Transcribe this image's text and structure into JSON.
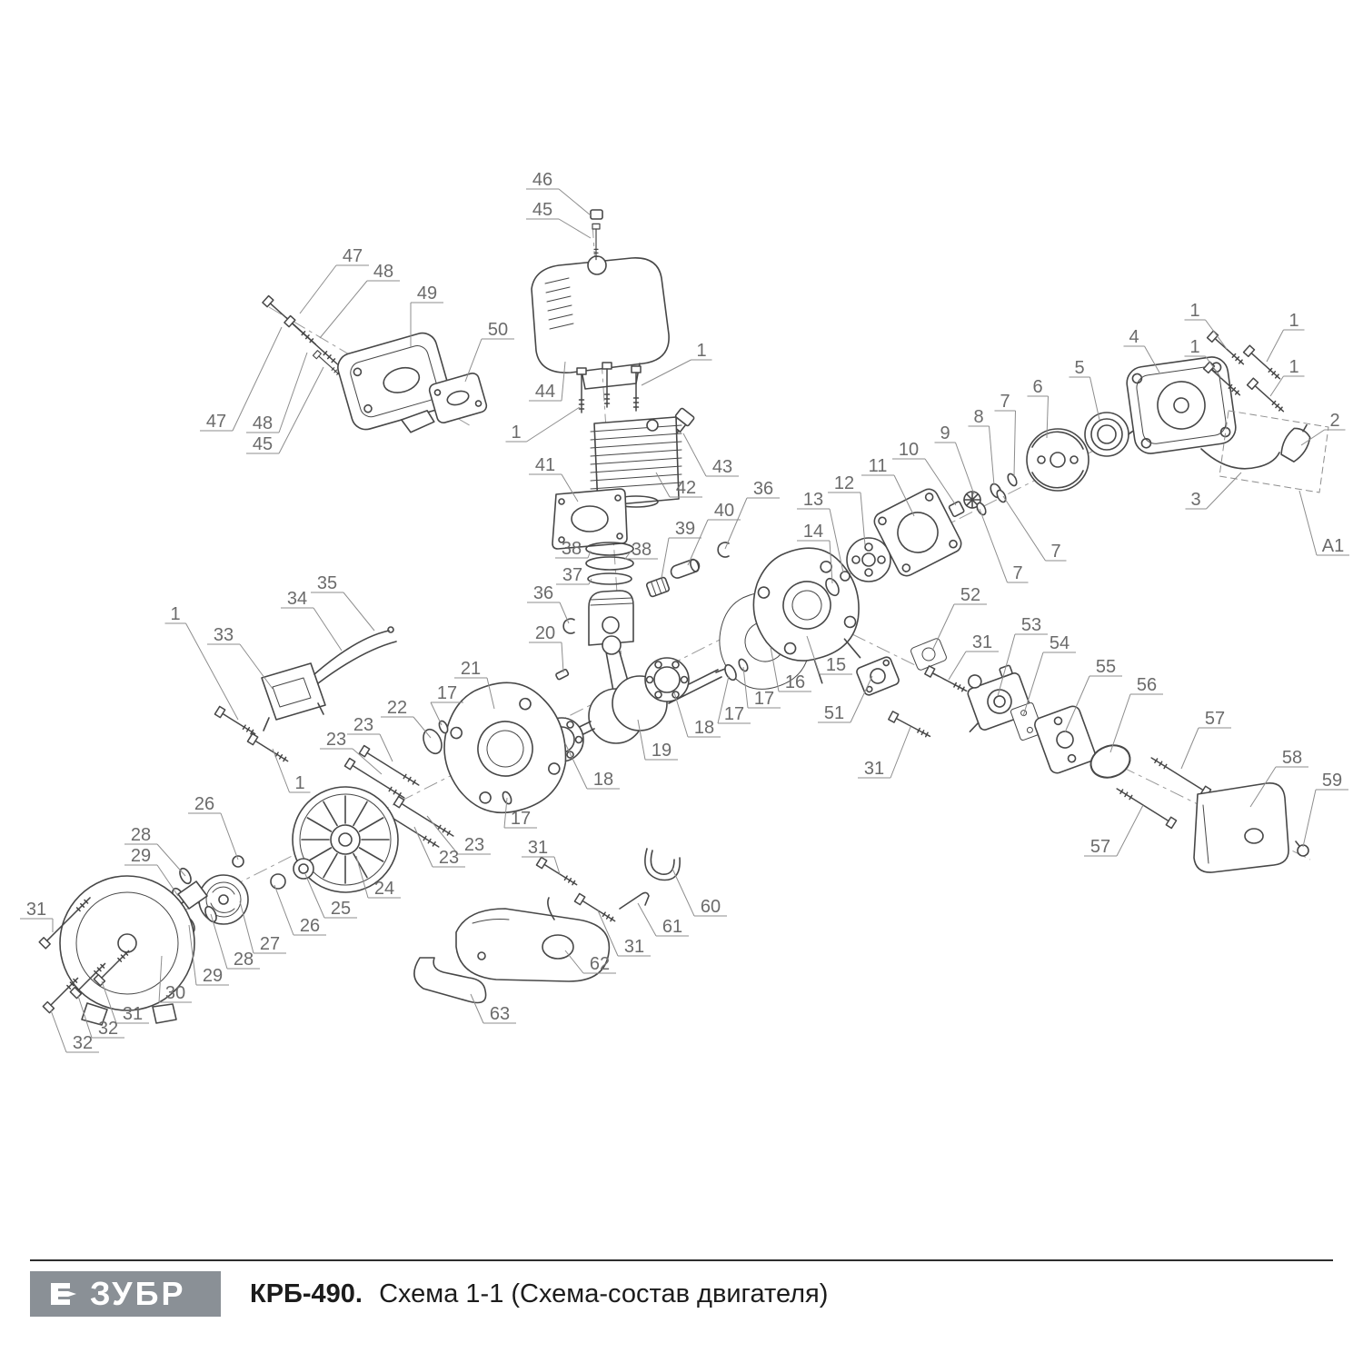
{
  "footer": {
    "brand": "ЗУБР",
    "model": "КРБ-490.",
    "schema_title": "Схема 1-1 (Схема-состав двигателя)"
  },
  "diagram": {
    "description": "Exploded parts diagram of engine",
    "line_color": "#474747",
    "label_color": "#6b6b6b",
    "label_format": "[text, x, y, leader_x, leader_y]",
    "labels": [
      [
        "46",
        597,
        197,
        650,
        237
      ],
      [
        "45",
        597,
        230,
        650,
        262
      ],
      [
        "47",
        388,
        281,
        330,
        345
      ],
      [
        "48",
        422,
        298,
        352,
        372
      ],
      [
        "49",
        470,
        322,
        452,
        382
      ],
      [
        "50",
        548,
        362,
        512,
        420
      ],
      [
        "44",
        600,
        430,
        622,
        398
      ],
      [
        "1",
        772,
        385,
        706,
        424
      ],
      [
        "47",
        238,
        463,
        310,
        360
      ],
      [
        "48",
        289,
        465,
        338,
        388
      ],
      [
        "45",
        289,
        488,
        356,
        404
      ],
      [
        "1",
        568,
        475,
        638,
        448
      ],
      [
        "43",
        795,
        513,
        752,
        477
      ],
      [
        "42",
        755,
        536,
        722,
        520
      ],
      [
        "41",
        600,
        511,
        636,
        552
      ],
      [
        "38",
        629,
        603,
        650,
        606
      ],
      [
        "38",
        706,
        604,
        694,
        607
      ],
      [
        "37",
        630,
        632,
        651,
        637
      ],
      [
        "39",
        754,
        581,
        728,
        636
      ],
      [
        "40",
        797,
        561,
        757,
        622
      ],
      [
        "36",
        840,
        537,
        798,
        604
      ],
      [
        "36",
        598,
        652,
        626,
        686
      ],
      [
        "35",
        360,
        641,
        412,
        694
      ],
      [
        "34",
        327,
        658,
        376,
        716
      ],
      [
        "33",
        246,
        698,
        300,
        758
      ],
      [
        "1",
        193,
        675,
        262,
        792
      ],
      [
        "20",
        600,
        696,
        620,
        740
      ],
      [
        "13",
        895,
        549,
        928,
        630
      ],
      [
        "12",
        929,
        531,
        952,
        600
      ],
      [
        "11",
        966,
        512,
        1006,
        568
      ],
      [
        "10",
        1000,
        494,
        1052,
        556
      ],
      [
        "9",
        1040,
        476,
        1072,
        544
      ],
      [
        "8",
        1077,
        458,
        1094,
        534
      ],
      [
        "7",
        1106,
        441,
        1116,
        524
      ],
      [
        "6",
        1142,
        425,
        1152,
        482
      ],
      [
        "5",
        1188,
        404,
        1210,
        462
      ],
      [
        "4",
        1248,
        370,
        1276,
        410
      ],
      [
        "1",
        1315,
        341,
        1350,
        384
      ],
      [
        "1",
        1424,
        352,
        1394,
        398
      ],
      [
        "1",
        1315,
        381,
        1344,
        416
      ],
      [
        "1",
        1424,
        403,
        1398,
        436
      ],
      [
        "2",
        1469,
        462,
        1432,
        490
      ],
      [
        "3",
        1316,
        549,
        1366,
        520
      ],
      [
        "A1",
        1467,
        600,
        1430,
        540
      ],
      [
        "7",
        1162,
        606,
        1104,
        546
      ],
      [
        "7",
        1120,
        630,
        1078,
        560
      ],
      [
        "14",
        895,
        584,
        916,
        642
      ],
      [
        "15",
        920,
        731,
        888,
        700
      ],
      [
        "16",
        875,
        750,
        848,
        712
      ],
      [
        "17",
        841,
        768,
        818,
        734
      ],
      [
        "17",
        808,
        785,
        802,
        744
      ],
      [
        "18",
        775,
        800,
        742,
        762
      ],
      [
        "19",
        728,
        825,
        702,
        792
      ],
      [
        "21",
        518,
        735,
        544,
        780
      ],
      [
        "22",
        437,
        778,
        474,
        812
      ],
      [
        "17",
        492,
        762,
        486,
        798
      ],
      [
        "23",
        400,
        797,
        432,
        838
      ],
      [
        "23",
        370,
        813,
        420,
        852
      ],
      [
        "1",
        330,
        861,
        300,
        824
      ],
      [
        "18",
        664,
        857,
        622,
        818
      ],
      [
        "17",
        573,
        900,
        558,
        878
      ],
      [
        "23",
        522,
        929,
        470,
        898
      ],
      [
        "23",
        494,
        943,
        456,
        910
      ],
      [
        "26",
        225,
        884,
        262,
        946
      ],
      [
        "24",
        423,
        977,
        392,
        942
      ],
      [
        "25",
        375,
        999,
        336,
        962
      ],
      [
        "26",
        341,
        1018,
        302,
        974
      ],
      [
        "27",
        297,
        1038,
        264,
        992
      ],
      [
        "28",
        155,
        918,
        204,
        964
      ],
      [
        "29",
        155,
        941,
        196,
        986
      ],
      [
        "28",
        268,
        1055,
        232,
        1006
      ],
      [
        "29",
        234,
        1073,
        208,
        1018
      ],
      [
        "30",
        193,
        1092,
        178,
        1052
      ],
      [
        "31",
        40,
        1000,
        58,
        1026
      ],
      [
        "31",
        146,
        1115,
        112,
        1080
      ],
      [
        "32",
        119,
        1131,
        86,
        1096
      ],
      [
        "32",
        91,
        1147,
        56,
        1112
      ],
      [
        "31",
        592,
        932,
        616,
        962
      ],
      [
        "31",
        698,
        1041,
        658,
        1002
      ],
      [
        "52",
        1068,
        654,
        1026,
        716
      ],
      [
        "51",
        918,
        784,
        960,
        744
      ],
      [
        "31",
        1081,
        706,
        1044,
        748
      ],
      [
        "53",
        1135,
        687,
        1098,
        766
      ],
      [
        "54",
        1166,
        707,
        1126,
        788
      ],
      [
        "55",
        1217,
        733,
        1172,
        806
      ],
      [
        "56",
        1262,
        753,
        1222,
        828
      ],
      [
        "57",
        1337,
        790,
        1300,
        846
      ],
      [
        "57",
        1211,
        931,
        1258,
        886
      ],
      [
        "58",
        1422,
        833,
        1376,
        888
      ],
      [
        "59",
        1466,
        858,
        1434,
        932
      ],
      [
        "31",
        962,
        845,
        1002,
        800
      ],
      [
        "60",
        782,
        997,
        740,
        956
      ],
      [
        "61",
        740,
        1019,
        702,
        994
      ],
      [
        "62",
        660,
        1060,
        622,
        1046
      ],
      [
        "63",
        550,
        1115,
        518,
        1094
      ]
    ]
  }
}
